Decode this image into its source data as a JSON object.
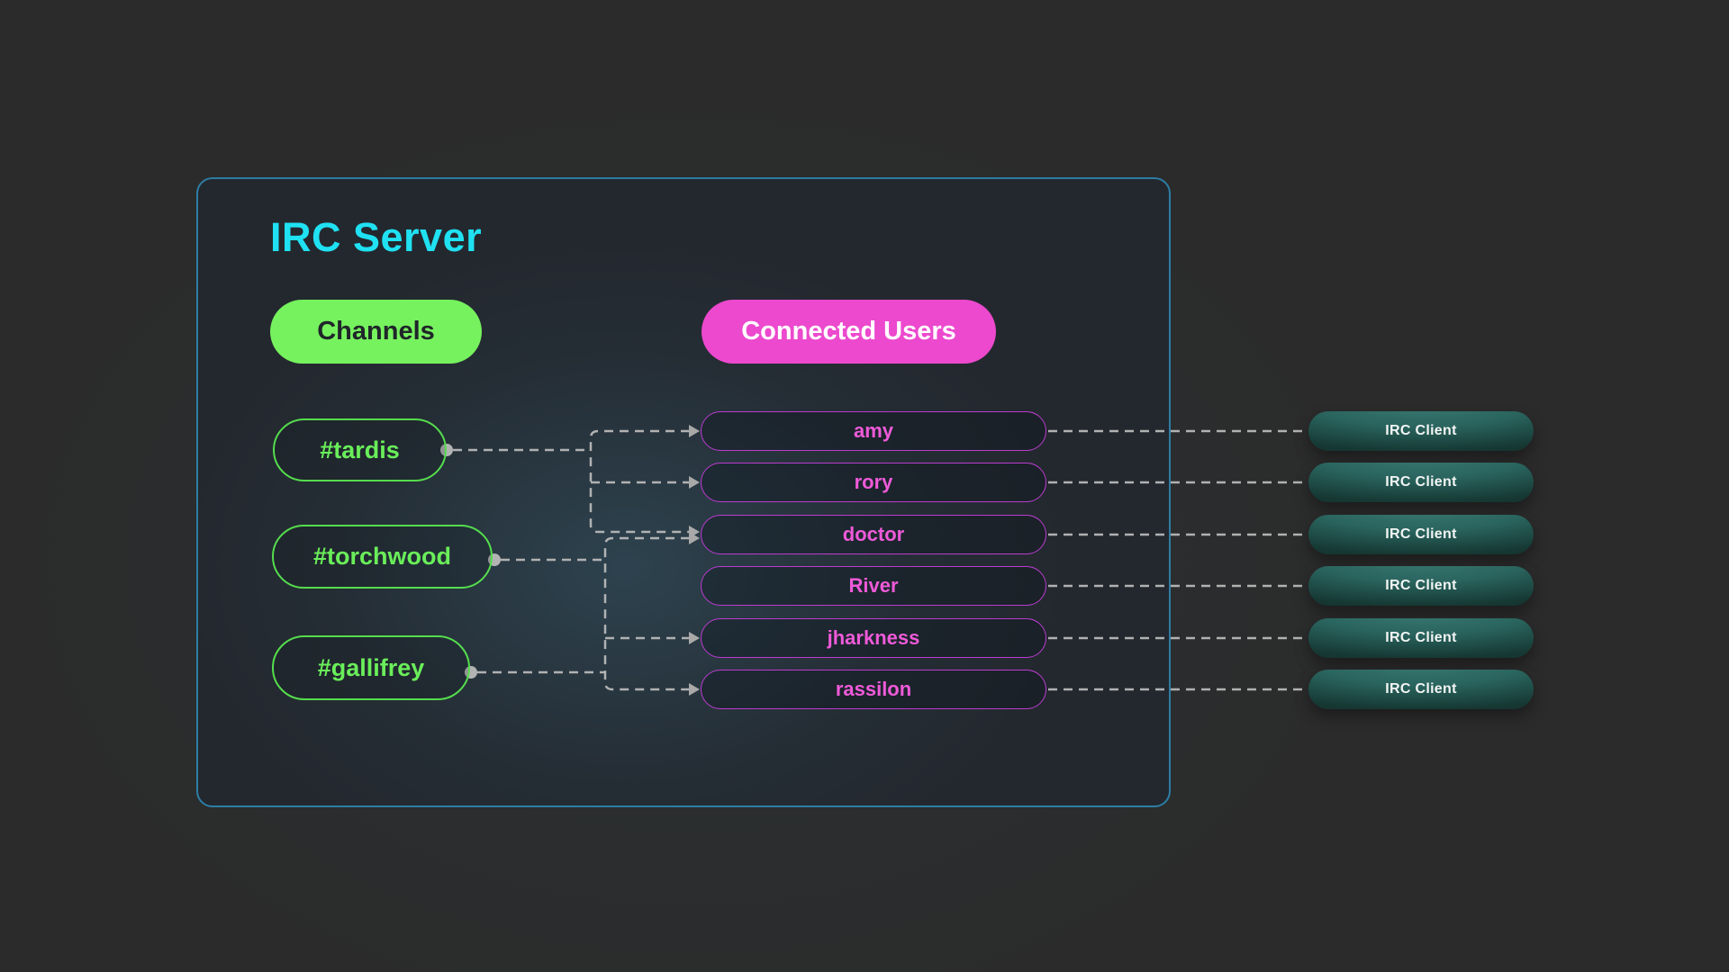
{
  "diagram": {
    "title": "IRC Server",
    "columns": {
      "channels_header": "Channels",
      "users_header": "Connected Users"
    },
    "channels": [
      {
        "name": "#tardis"
      },
      {
        "name": "#torchwood"
      },
      {
        "name": "#gallifrey"
      }
    ],
    "users": [
      {
        "name": "amy"
      },
      {
        "name": "rory"
      },
      {
        "name": "doctor"
      },
      {
        "name": "River"
      },
      {
        "name": "jharkness"
      },
      {
        "name": "rassilon"
      }
    ],
    "clients": [
      {
        "label": "IRC Client"
      },
      {
        "label": "IRC Client"
      },
      {
        "label": "IRC Client"
      },
      {
        "label": "IRC Client"
      },
      {
        "label": "IRC Client"
      },
      {
        "label": "IRC Client"
      }
    ],
    "connections": {
      "channel_to_users": [
        {
          "channel": "#tardis",
          "users": [
            "amy",
            "rory",
            "doctor"
          ]
        },
        {
          "channel": "#torchwood",
          "users": [
            "doctor",
            "jharkness"
          ]
        },
        {
          "channel": "#gallifrey",
          "users": [
            "rassilon"
          ]
        }
      ],
      "user_to_client": [
        {
          "user": "amy",
          "client": "IRC Client"
        },
        {
          "user": "rory",
          "client": "IRC Client"
        },
        {
          "user": "doctor",
          "client": "IRC Client"
        },
        {
          "user": "River",
          "client": "IRC Client"
        },
        {
          "user": "jharkness",
          "client": "IRC Client"
        },
        {
          "user": "rassilon",
          "client": "IRC Client"
        }
      ]
    },
    "colors": {
      "background": "#2b2b2b",
      "server_box_border": "#2d7da4",
      "title_cyan": "#1fe1f2",
      "channels_green": "#76f25e",
      "users_magenta": "#ec49ce",
      "channel_outline_green": "#55dd4d",
      "user_outline_magenta": "#bb3cd1",
      "client_teal_top": "#3b7c75",
      "client_teal_bottom": "#102b27",
      "connector_gray": "#b8b8b8"
    }
  }
}
